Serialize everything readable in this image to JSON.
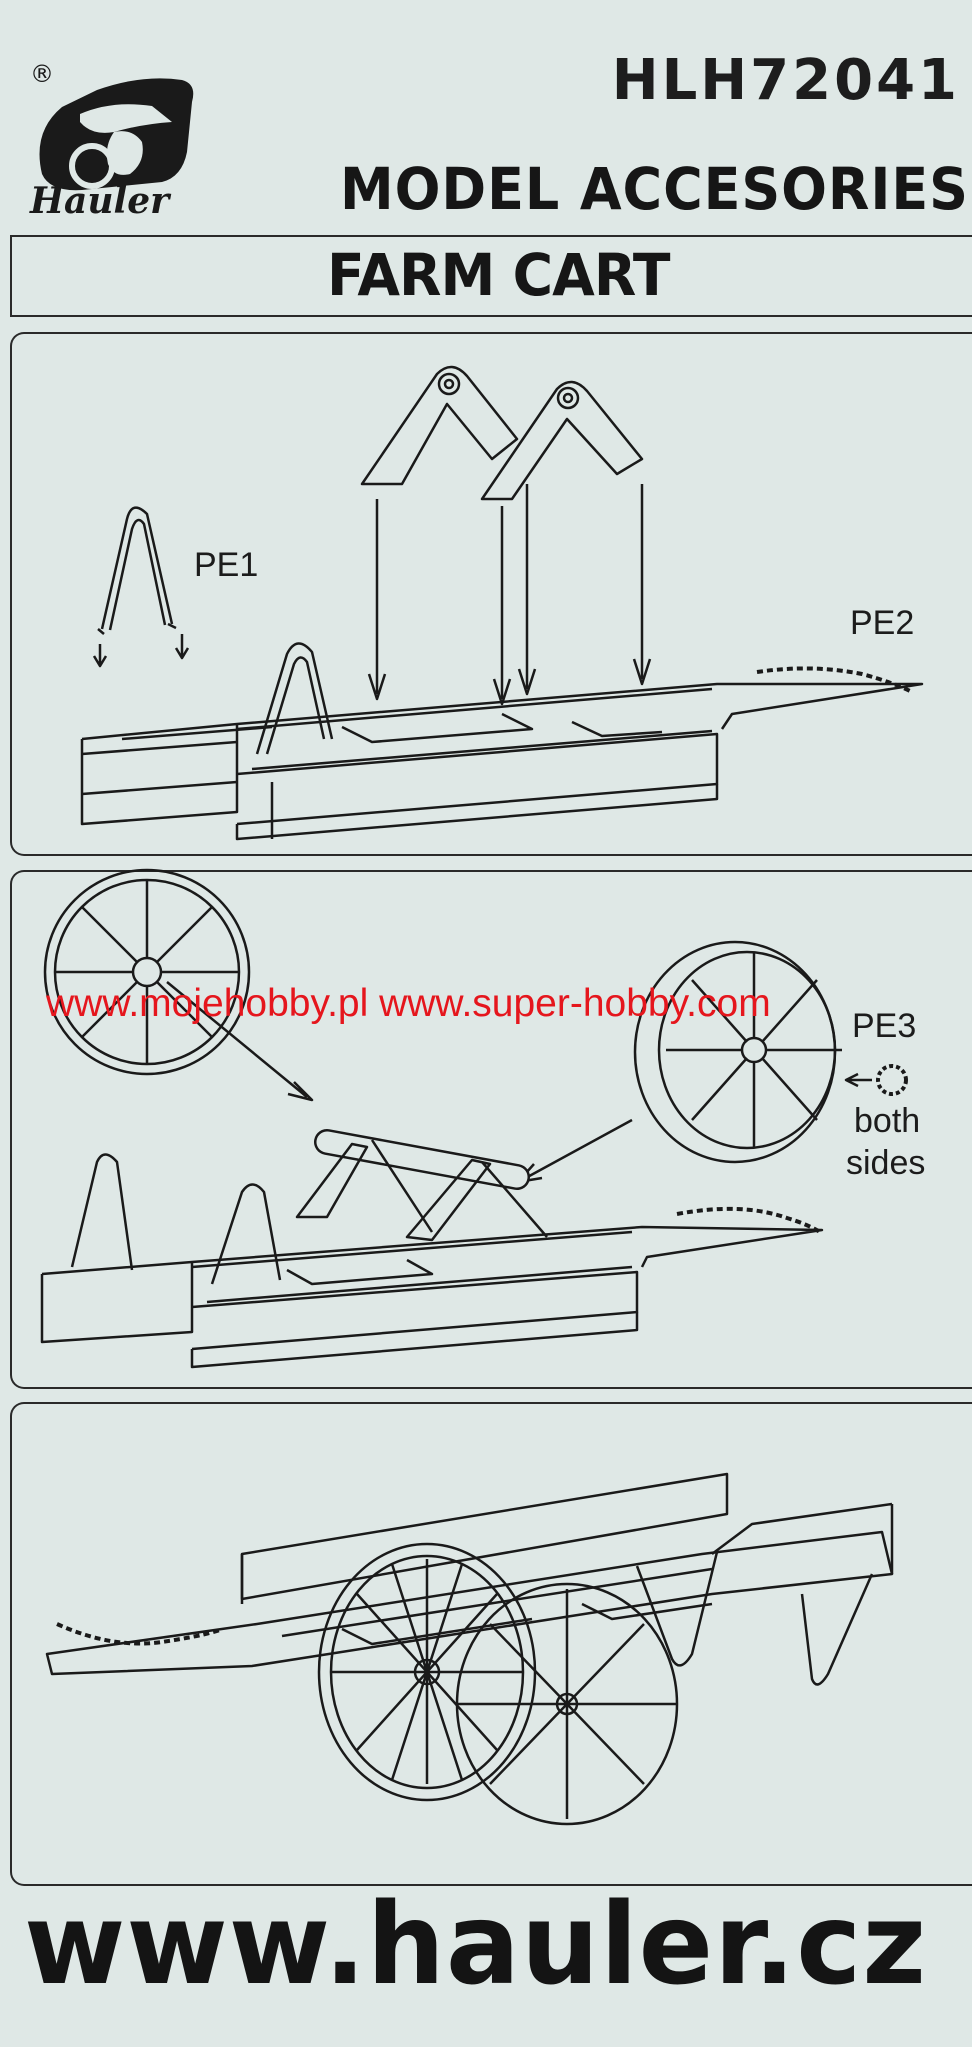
{
  "brand": {
    "registered": "®",
    "name": "Hauler"
  },
  "header": {
    "code": "HLH72041",
    "subtitle": "MODEL ACCESORIES",
    "title": "FARM CART"
  },
  "steps": [
    {
      "labels": [
        "PE1",
        "PE2"
      ]
    },
    {
      "labels": [
        "PE3",
        "both",
        "sides"
      ]
    },
    {
      "labels": []
    }
  ],
  "watermark": "www.mojehobby.pl www.super-hobby.com",
  "footer": {
    "url": "www.hauler.cz"
  }
}
